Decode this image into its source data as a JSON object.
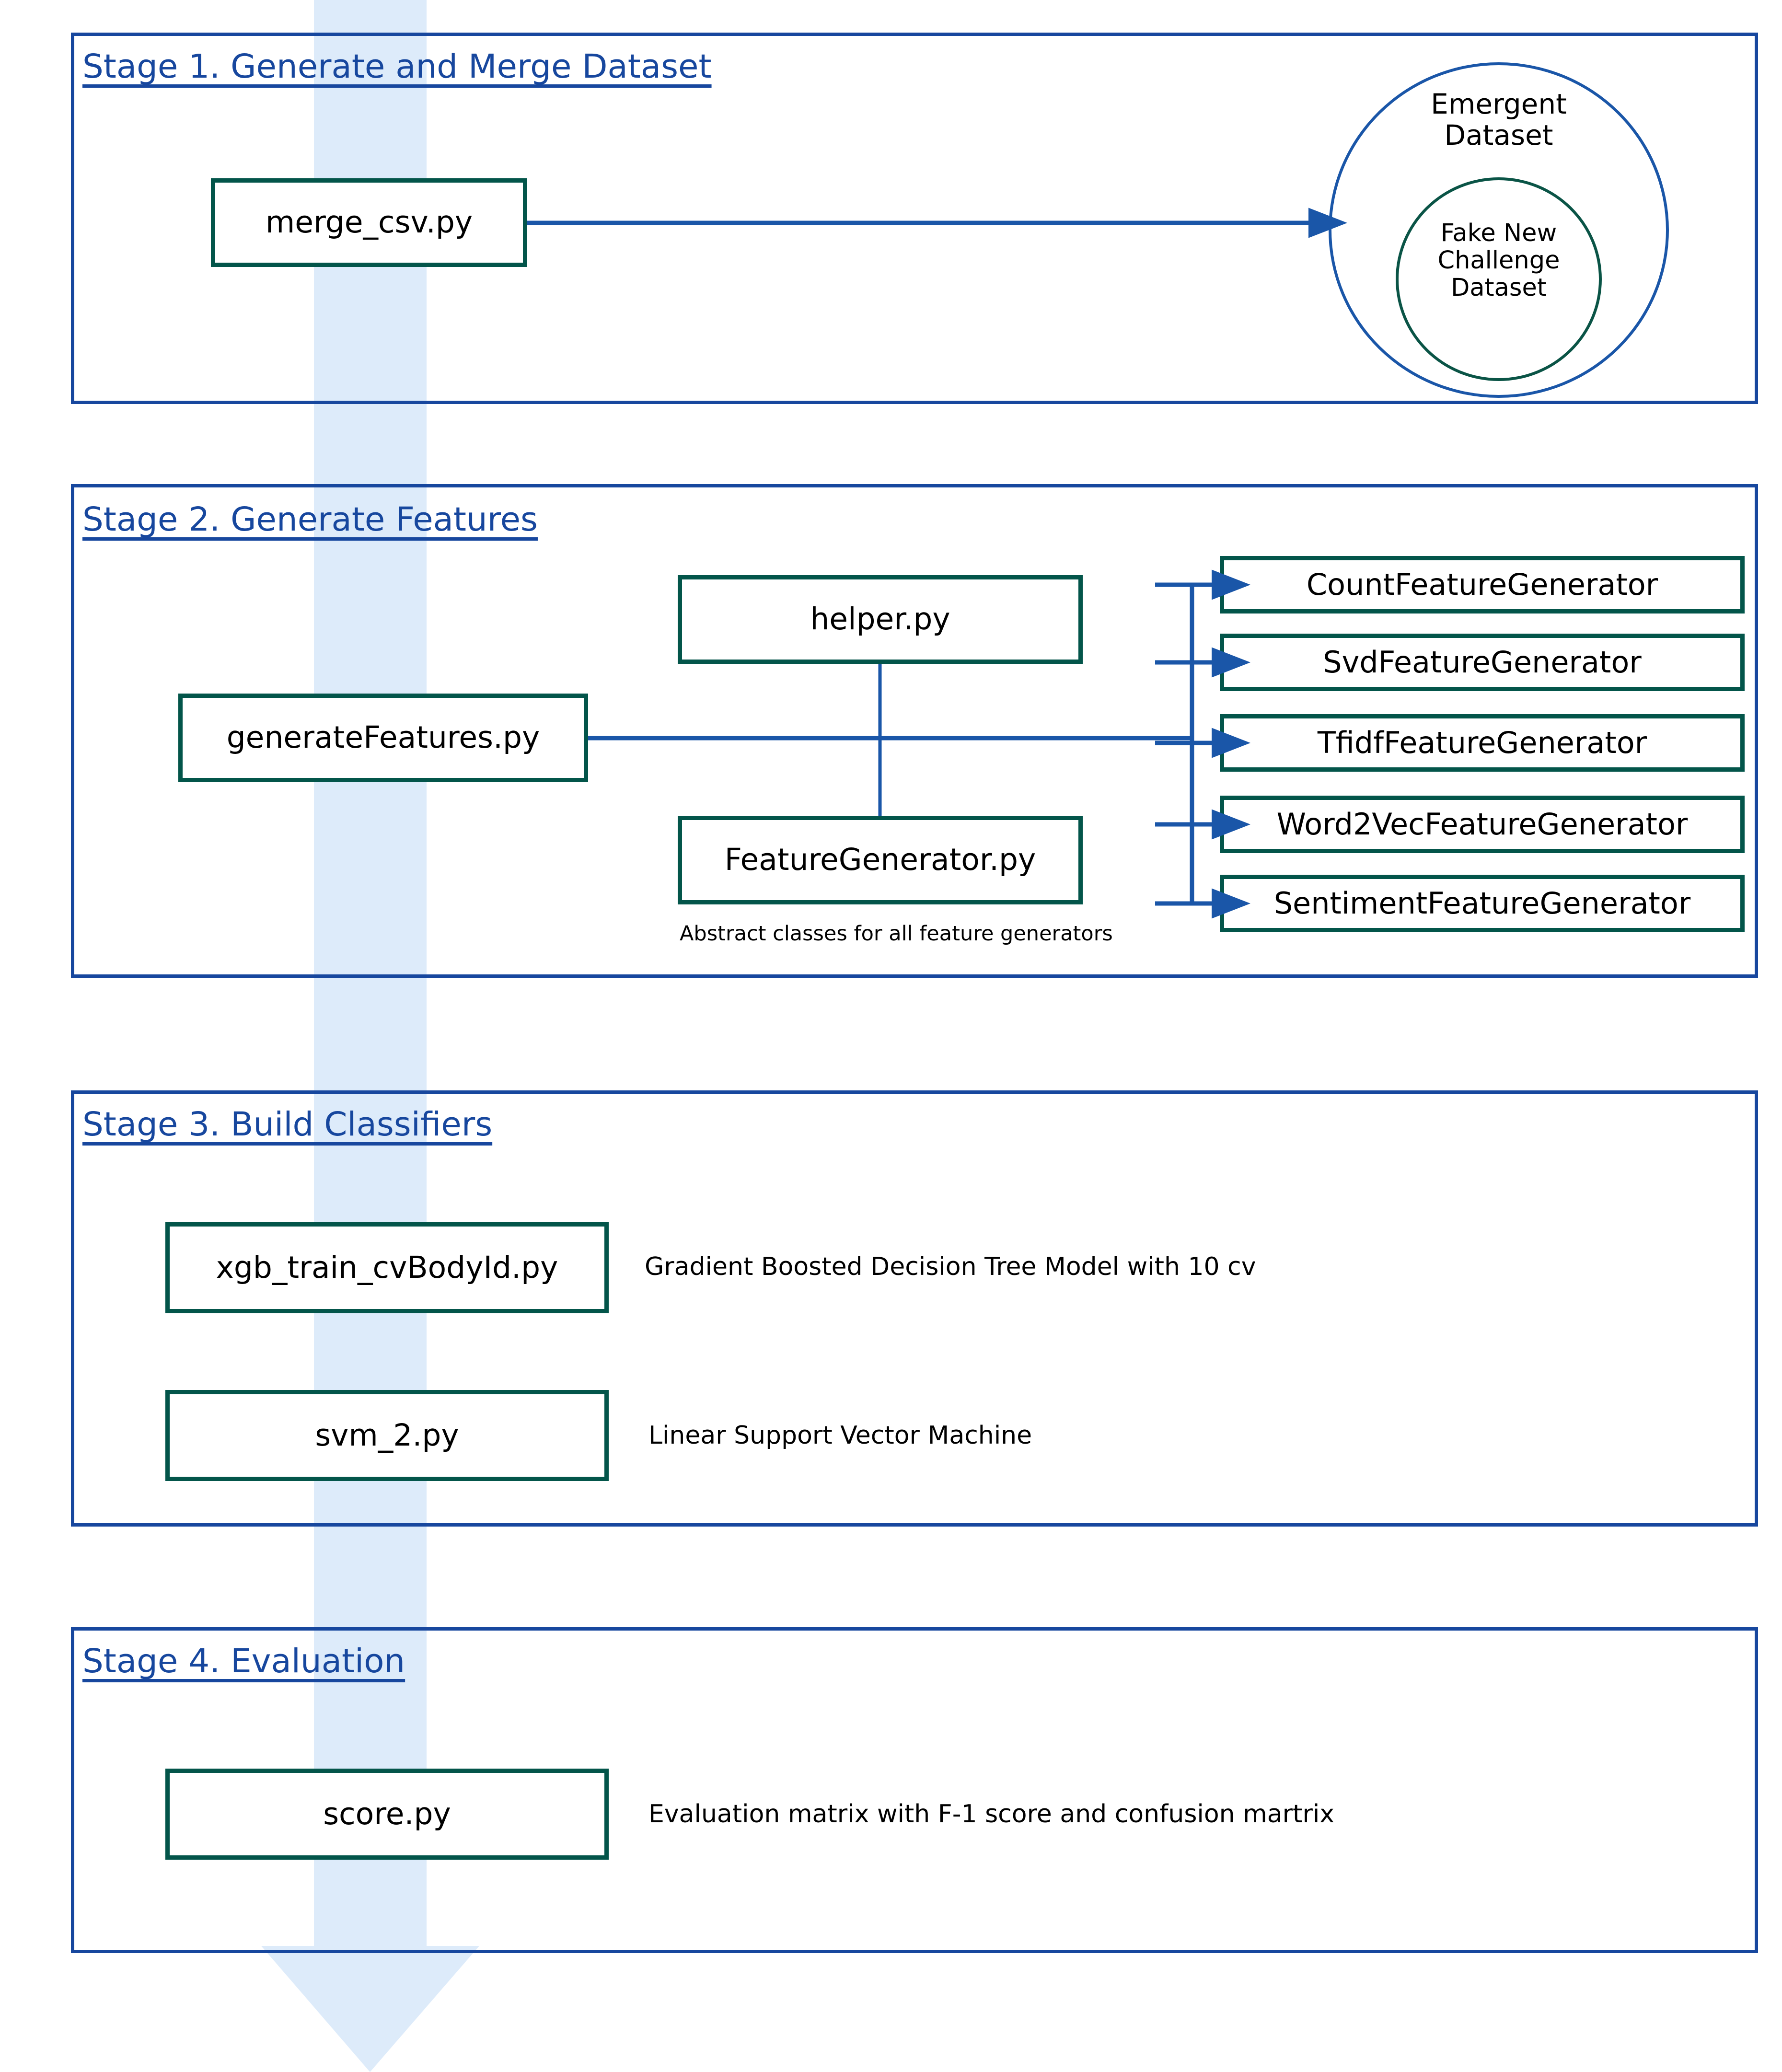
{
  "colors": {
    "stage_border_blue": "#17479E",
    "stage_title_blue": "#17479E",
    "box_border_green": "#03554A",
    "arrow_blue": "#1A56A8",
    "flow_arrow_fill": "#DDEBFA",
    "text_black": "#000000"
  },
  "stages": [
    {
      "id": "stage-1",
      "title": "Stage 1. Generate and Merge Dataset",
      "boxes": [
        {
          "id": "merge-csv",
          "label": "merge_csv.py"
        }
      ],
      "venn": {
        "outer_label": "Emergent\nDataset",
        "inner_label": "Fake New\nChallenge\nDataset"
      }
    },
    {
      "id": "stage-2",
      "title": "Stage 2. Generate Features",
      "boxes": [
        {
          "id": "generate-features",
          "label": "generateFeatures.py"
        },
        {
          "id": "helper",
          "label": "helper.py"
        },
        {
          "id": "feature-generator",
          "label": "FeatureGenerator.py"
        }
      ],
      "caption": "Abstract classes for all feature generators",
      "generators": [
        {
          "id": "count-feature-generator",
          "label": "CountFeatureGenerator"
        },
        {
          "id": "svd-feature-generator",
          "label": "SvdFeatureGenerator"
        },
        {
          "id": "tfidf-feature-generator",
          "label": "TfidfFeatureGenerator"
        },
        {
          "id": "word2vec-feature-generator",
          "label": "Word2VecFeatureGenerator"
        },
        {
          "id": "sentiment-feature-generator",
          "label": "SentimentFeatureGenerator"
        }
      ]
    },
    {
      "id": "stage-3",
      "title": "Stage 3. Build Classifiers",
      "rows": [
        {
          "id": "xgb",
          "label": "xgb_train_cvBodyId.py",
          "description": "Gradient Boosted Decision Tree Model with 10 cv"
        },
        {
          "id": "svm",
          "label": "svm_2.py",
          "description": "Linear Support Vector Machine"
        }
      ]
    },
    {
      "id": "stage-4",
      "title": "Stage 4. Evaluation",
      "rows": [
        {
          "id": "score",
          "label": "score.py",
          "description": "Evaluation matrix with F-1 score and confusion martrix"
        }
      ]
    }
  ]
}
